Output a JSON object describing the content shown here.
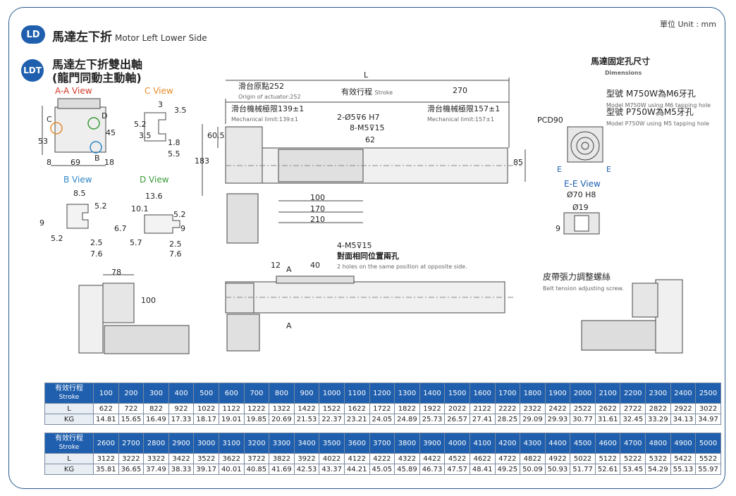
{
  "unit": "單位 Unit : mm",
  "ld": {
    "badge": "LD",
    "title": "馬達左下折",
    "title_en": "Motor Left Lower Side"
  },
  "ldt": {
    "badge": "LDT",
    "title_l1": "馬達左下折雙出軸",
    "title_l2": "(龍門同動主動軸)"
  },
  "views": {
    "aa": "A-A View",
    "c": "C View",
    "b": "B View",
    "d": "D View",
    "ee": "E-E View"
  },
  "dims_left": {
    "a53": "53",
    "a45": "45",
    "a69": "69",
    "a8": "8",
    "a18": "18",
    "c3": "3",
    "c3_5a": "3.5",
    "c5_2": "5.2",
    "c3_5b": "3.5",
    "c1_8": "1.8",
    "c5_5": "5.5",
    "b8_5": "8.5",
    "b9": "9",
    "b5_2a": "5.2",
    "b5_2b": "5.2",
    "b2_5": "2.5",
    "b7_6": "7.6",
    "d13_6": "13.6",
    "d10_1": "10.1",
    "d5_2": "5.2",
    "d6_7": "6.7",
    "d9": "9",
    "d5_7": "5.7",
    "d2_5": "2.5",
    "d7_6": "7.6",
    "marks": {
      "c": "C",
      "d": "D",
      "b": "B"
    },
    "v78": "78",
    "v100": "100"
  },
  "dims_main": {
    "L": "L",
    "origin": "滑台原點252",
    "origin_en": "Origin of actuator:252",
    "stroke": "有效行程",
    "stroke_en": "Stroke",
    "stroke_val": "270",
    "mech_left": "滑台機械極限139±1",
    "mech_left_en": "Mechanical limit:139±1",
    "mech_right": "滑台機械極限157±1",
    "mech_right_en": "Mechanical limit:157±1",
    "hole1": "2-Ø5⊽6 H7",
    "hole2": "8-M5⊽15",
    "d62": "62",
    "d60_5": "60.5",
    "d183": "183",
    "d85": "85",
    "d100": "100",
    "d170": "170",
    "d210": "210",
    "holes_side": "4-M5⊽15",
    "holes_side_cn": "對面相同位置兩孔",
    "holes_side_en": "2 holes on the same position at opposite side.",
    "d12": "12",
    "d40": "40",
    "secA": "A",
    "secA2": "A"
  },
  "motor": {
    "title": "馬達固定孔尺寸",
    "title_en": "Dimensions",
    "m750": "型號 M750W為M6牙孔",
    "m750_en": "Model M750W using M6 tapping hole",
    "p750": "型號 P750W為M5牙孔",
    "p750_en": "Model P750W using M5 tapping hole",
    "pcd": "PCD90",
    "e1": "E",
    "e2": "E",
    "d70": "Ø70 H8",
    "d19": "Ø19",
    "d9": "9"
  },
  "belt": {
    "title": "皮帶張力調整螺絲",
    "title_en": "Belt tension adjusting screw."
  },
  "table": {
    "lead_cn": "有效行程",
    "lead_en": "Stroke",
    "row_l": "L",
    "row_kg": "KG",
    "block1": {
      "stroke": [
        "100",
        "200",
        "300",
        "400",
        "500",
        "600",
        "700",
        "800",
        "900",
        "1000",
        "1100",
        "1200",
        "1300",
        "1400",
        "1500",
        "1600",
        "1700",
        "1800",
        "1900",
        "2000",
        "2100",
        "2200",
        "2300",
        "2400",
        "2500"
      ],
      "L": [
        "622",
        "722",
        "822",
        "922",
        "1022",
        "1122",
        "1222",
        "1322",
        "1422",
        "1522",
        "1622",
        "1722",
        "1822",
        "1922",
        "2022",
        "2122",
        "2222",
        "2322",
        "2422",
        "2522",
        "2622",
        "2722",
        "2822",
        "2922",
        "3022"
      ],
      "KG": [
        "14.81",
        "15.65",
        "16.49",
        "17.33",
        "18.17",
        "19.01",
        "19.85",
        "20.69",
        "21.53",
        "22.37",
        "23.21",
        "24.05",
        "24.89",
        "25.73",
        "26.57",
        "27.41",
        "28.25",
        "29.09",
        "29.93",
        "30.77",
        "31.61",
        "32.45",
        "33.29",
        "34.13",
        "34.97"
      ]
    },
    "block2": {
      "stroke": [
        "2600",
        "2700",
        "2800",
        "2900",
        "3000",
        "3100",
        "3200",
        "3300",
        "3400",
        "3500",
        "3600",
        "3700",
        "3800",
        "3900",
        "4000",
        "4100",
        "4200",
        "4300",
        "4400",
        "4500",
        "4600",
        "4700",
        "4800",
        "4900",
        "5000"
      ],
      "L": [
        "3122",
        "3222",
        "3322",
        "3422",
        "3522",
        "3622",
        "3722",
        "3822",
        "3922",
        "4022",
        "4122",
        "4222",
        "4322",
        "4422",
        "4522",
        "4622",
        "4722",
        "4822",
        "4922",
        "5022",
        "5122",
        "5222",
        "5322",
        "5422",
        "5522"
      ],
      "KG": [
        "35.81",
        "36.65",
        "37.49",
        "38.33",
        "39.17",
        "40.01",
        "40.85",
        "41.69",
        "42.53",
        "43.37",
        "44.21",
        "45.05",
        "45.89",
        "46.73",
        "47.57",
        "48.41",
        "49.25",
        "50.09",
        "50.93",
        "51.77",
        "52.61",
        "53.45",
        "54.29",
        "55.13",
        "55.97"
      ]
    }
  }
}
